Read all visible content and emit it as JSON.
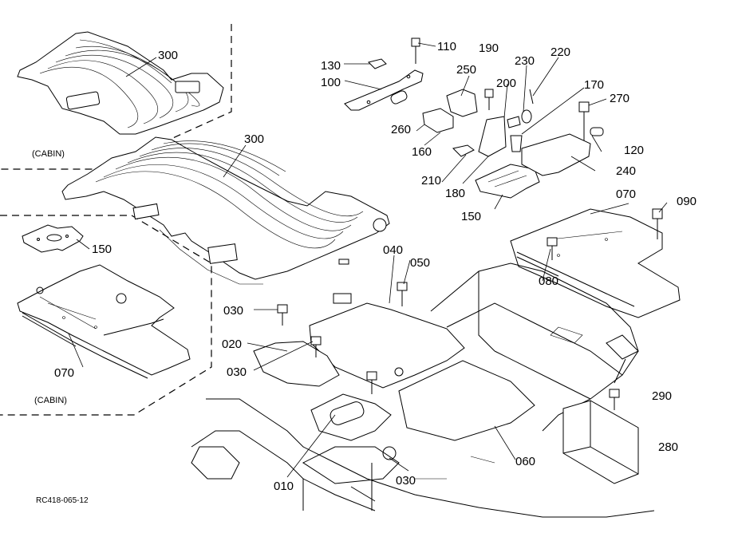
{
  "diagram": {
    "drawing_code": "RC418-065-12",
    "cabin_notes": [
      "(CABIN)",
      "(CABIN)"
    ],
    "part_numbers": {
      "p010": "010",
      "p020": "020",
      "p030a": "030",
      "p030b": "030",
      "p030c": "030",
      "p040": "040",
      "p050": "050",
      "p060": "060",
      "p070a": "070",
      "p070b": "070",
      "p080": "080",
      "p090": "090",
      "p100": "100",
      "p110": "110",
      "p120": "120",
      "p130": "130",
      "p150a": "150",
      "p150b": "150",
      "p160": "160",
      "p170": "170",
      "p180": "180",
      "p190": "190",
      "p200": "200",
      "p210": "210",
      "p220": "220",
      "p230": "230",
      "p240": "240",
      "p250": "250",
      "p260": "260",
      "p270": "270",
      "p280": "280",
      "p290": "290",
      "p300a": "300",
      "p300b": "300"
    }
  }
}
